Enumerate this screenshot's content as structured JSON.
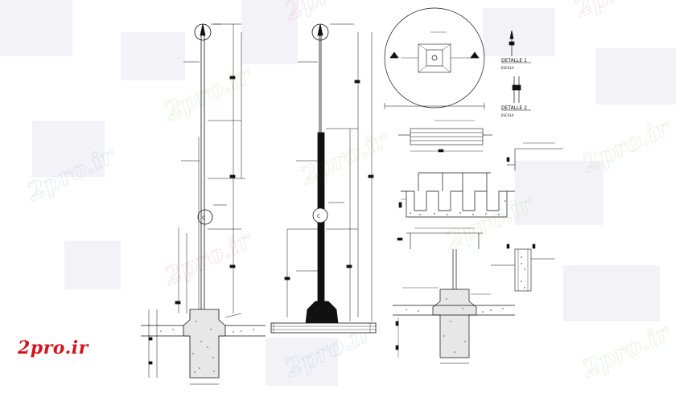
{
  "brand_text": "2pro.ir",
  "watermark_text": "2pro.ir",
  "colors": {
    "line": "#111111",
    "brand": "#d4141c",
    "watermark_pink": "#e6a2bd",
    "watermark_green": "#a7d8a3",
    "watermark_blue": "#a9b6e6",
    "tile_bg": "#f4f4f8"
  },
  "labels": {
    "detalle1": "DETALLE 1",
    "detalle2": "DETALLE 2",
    "escala1": "ESCALA",
    "escala2": "ESCALA"
  }
}
